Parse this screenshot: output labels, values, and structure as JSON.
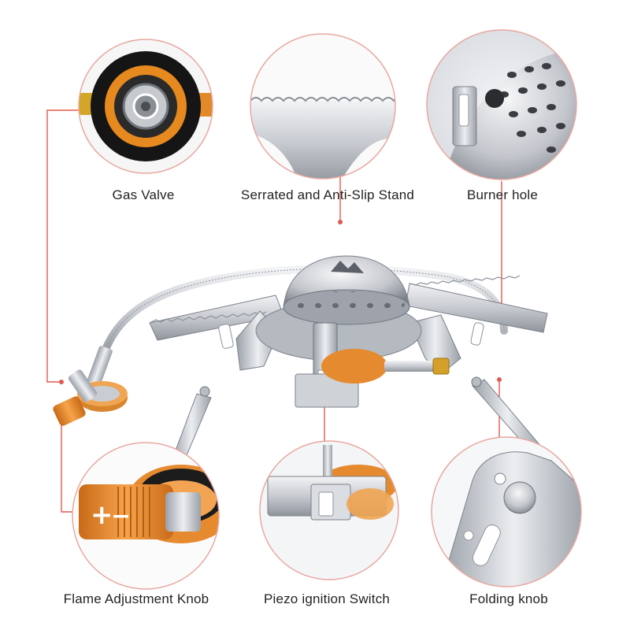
{
  "labels": {
    "gas_valve": "Gas Valve",
    "stand": "Serrated and Anti-Slip Stand",
    "burner": "Burner hole",
    "flame_knob": "Flame Adjustment Knob",
    "piezo": "Piezo ignition Switch",
    "folding": "Folding knob"
  },
  "knob_symbols": {
    "plus": "+",
    "minus": "−"
  },
  "colors": {
    "callout_line": "#e05a4e",
    "callout_ring": "#e8a8a0",
    "steel_light": "#e4e6ea",
    "steel_mid": "#b9bdc4",
    "steel_dark": "#7d828b",
    "brass_orange": "#e8892c",
    "rubber_black": "#1c1c1c",
    "text": "#222222"
  },
  "icons": [
    "gas-valve-closeup",
    "serrated-stand-closeup",
    "burner-hole-closeup",
    "flame-knob-closeup",
    "piezo-switch-closeup",
    "folding-knob-closeup",
    "camping-stove"
  ]
}
